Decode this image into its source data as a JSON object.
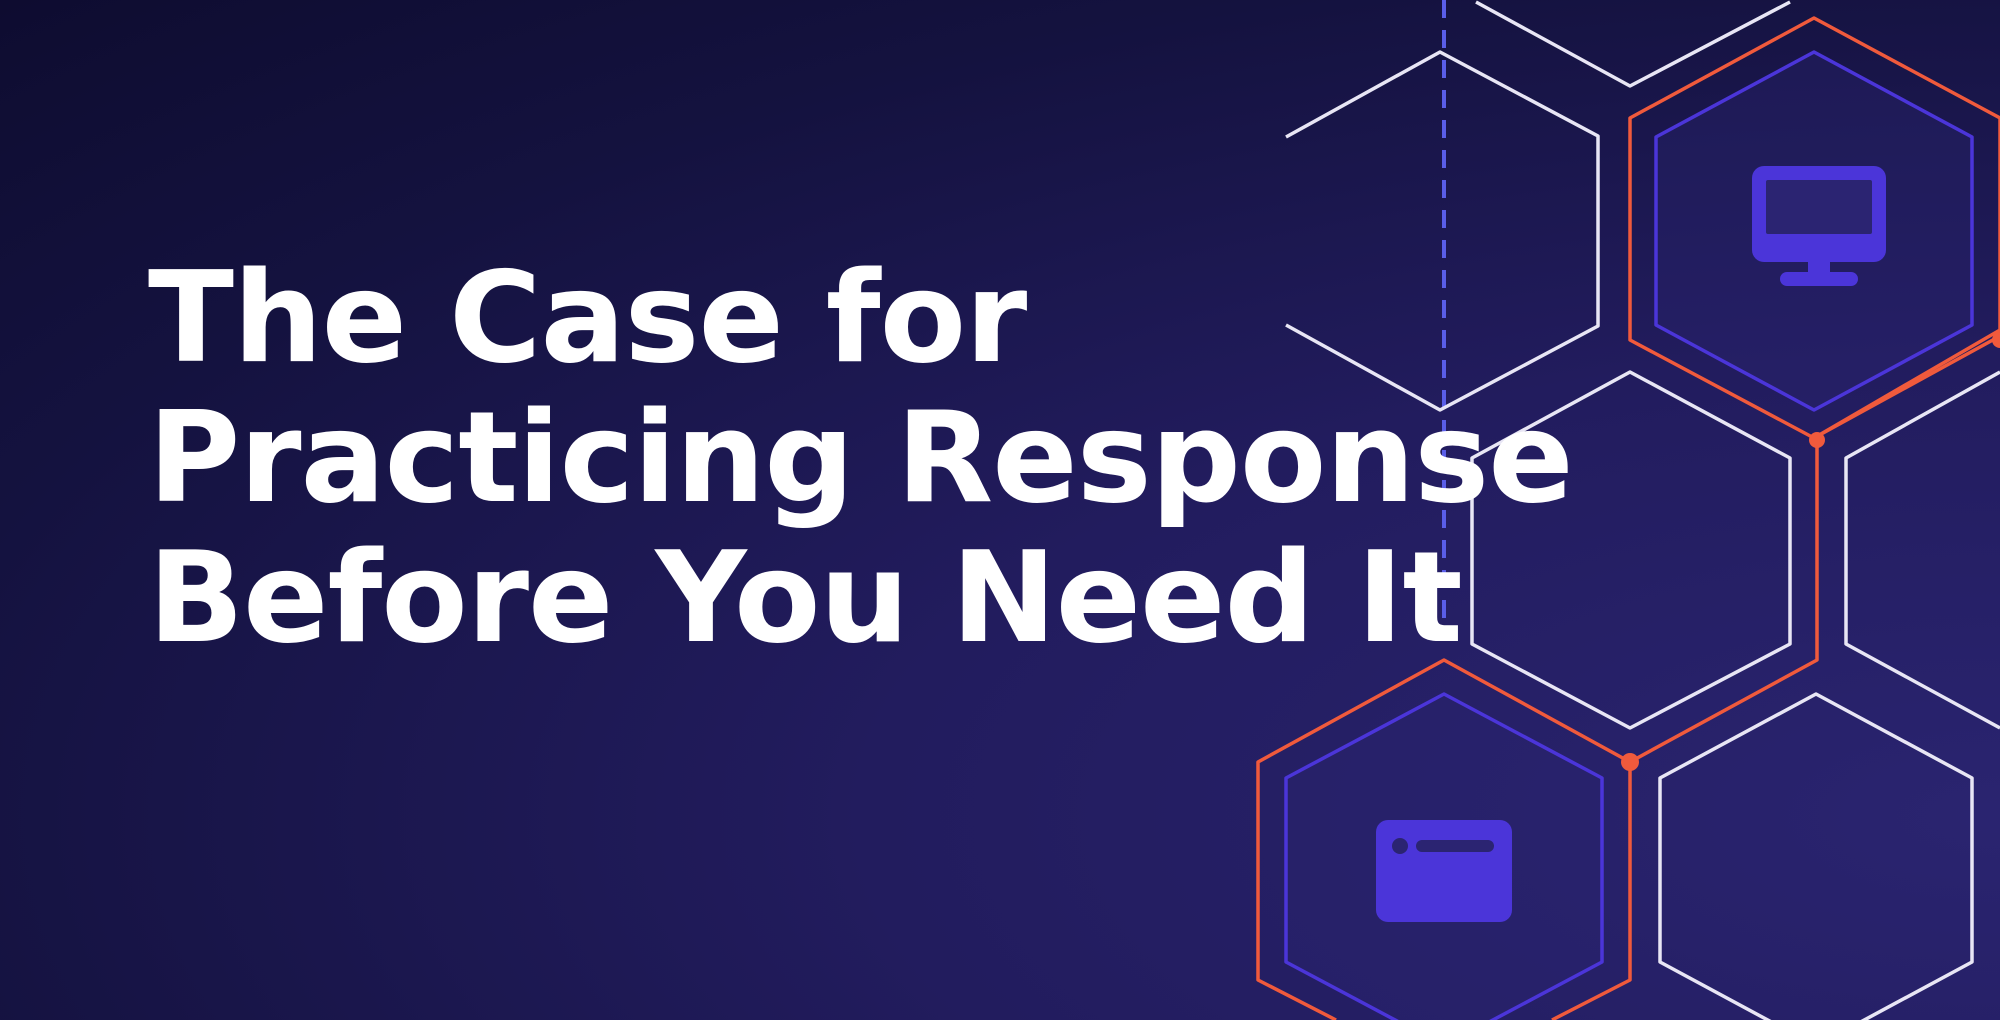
{
  "hero": {
    "title_lines": [
      "The Case for",
      "Practicing Response",
      "Before You Need It"
    ]
  },
  "icons": {
    "top_hexagon_icon": "monitor-icon",
    "bottom_hexagon_icon": "browser-window-icon"
  },
  "colors": {
    "background_dark": "#0e0c30",
    "background_light": "#2a2470",
    "text": "#ffffff",
    "accent_orange": "#f05a3c",
    "accent_violet": "#4b35d9",
    "outline_white": "#e8e6f5",
    "dashed_line": "#5a5ee8"
  }
}
